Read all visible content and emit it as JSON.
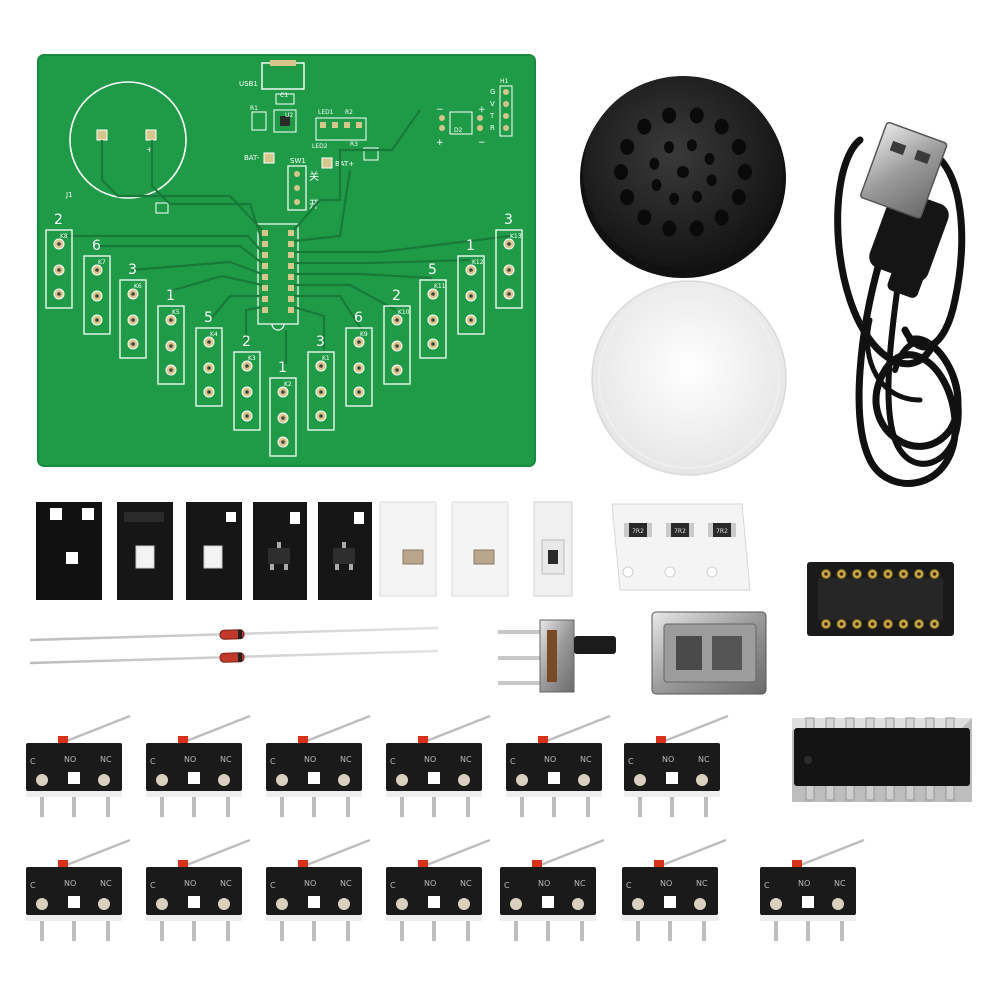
{
  "pcb": {
    "labels": {
      "usb": "USB1",
      "c1": "C1",
      "u2": "U2",
      "r1": "R1",
      "led1": "LED1",
      "r2": "R2",
      "led2": "LED2",
      "r3": "R3",
      "bat_minus": "BAT-",
      "bat_plus": "BAT+",
      "sw1": "SW1",
      "switch_off": "关",
      "switch_on": "开",
      "j1": "J1",
      "h1": "H1",
      "pin_g": "G",
      "pin_v": "V",
      "pin_t": "T",
      "pin_r": "R",
      "d2": "D2",
      "minus": "−",
      "plus": "+"
    },
    "keys": [
      {
        "ref": "K8",
        "num": "2"
      },
      {
        "ref": "K7",
        "num": "6"
      },
      {
        "ref": "K6",
        "num": "3"
      },
      {
        "ref": "K5",
        "num": "1"
      },
      {
        "ref": "K4",
        "num": "5"
      },
      {
        "ref": "K3",
        "num": "2"
      },
      {
        "ref": "K2",
        "num": "1"
      },
      {
        "ref": "K1",
        "num": "3"
      },
      {
        "ref": "K9",
        "num": "6"
      },
      {
        "ref": "K10",
        "num": "2"
      },
      {
        "ref": "K11",
        "num": "5"
      },
      {
        "ref": "K12",
        "num": "1"
      },
      {
        "ref": "K13",
        "num": "3"
      }
    ]
  },
  "switch_text": {
    "c": "C",
    "no": "NO",
    "nc": "NC"
  },
  "resistor_code": "7R2",
  "colors": {
    "pcb_green": "#1f9b48",
    "trace_dark": "#177a38",
    "silkscreen": "#ffffff",
    "speaker_black": "#1c1c1c",
    "cable_black": "#111111",
    "switch_black": "#1a1a1a",
    "lever_red": "#d8321c"
  }
}
